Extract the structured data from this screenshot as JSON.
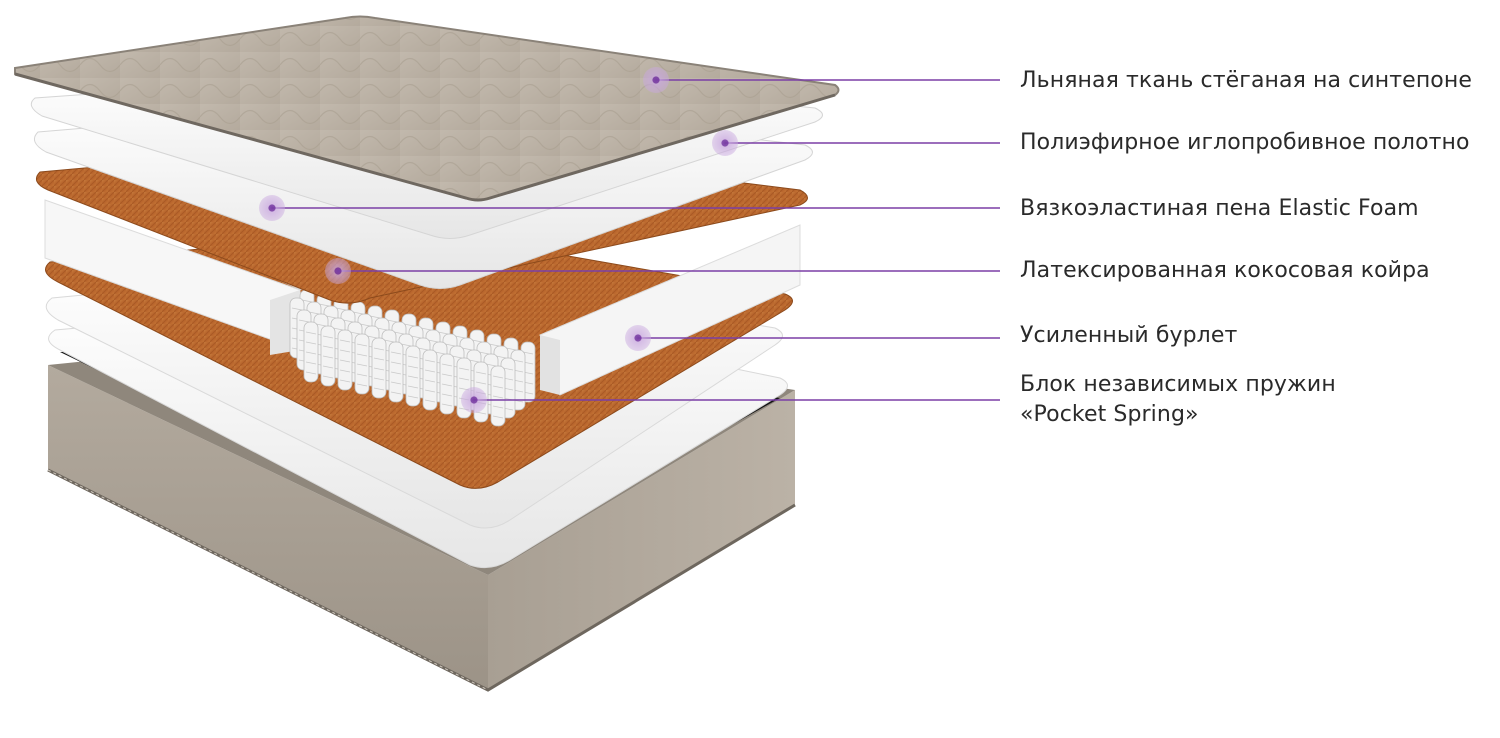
{
  "colors": {
    "accent": "#7b3fa6",
    "linen": "#bdb3a6",
    "coir": "#b8652c",
    "foam": "#f2f2f2",
    "base": "#a79e92",
    "black_layer": "#151515"
  },
  "layers": [
    {
      "id": "linen",
      "label": "Льняная ткань стёганая на синтепоне"
    },
    {
      "id": "polyester",
      "label": "Полиэфирное иглопробивное полотно"
    },
    {
      "id": "memory-foam",
      "label": "Вязкоэластиная пена Elastic Foam"
    },
    {
      "id": "coir",
      "label": "Латексированная кокосовая койра"
    },
    {
      "id": "border",
      "label": "Усиленный бурлет"
    },
    {
      "id": "springs",
      "label": "Блок независимых пружин",
      "label_line2": "«Pocket Spring»"
    }
  ]
}
